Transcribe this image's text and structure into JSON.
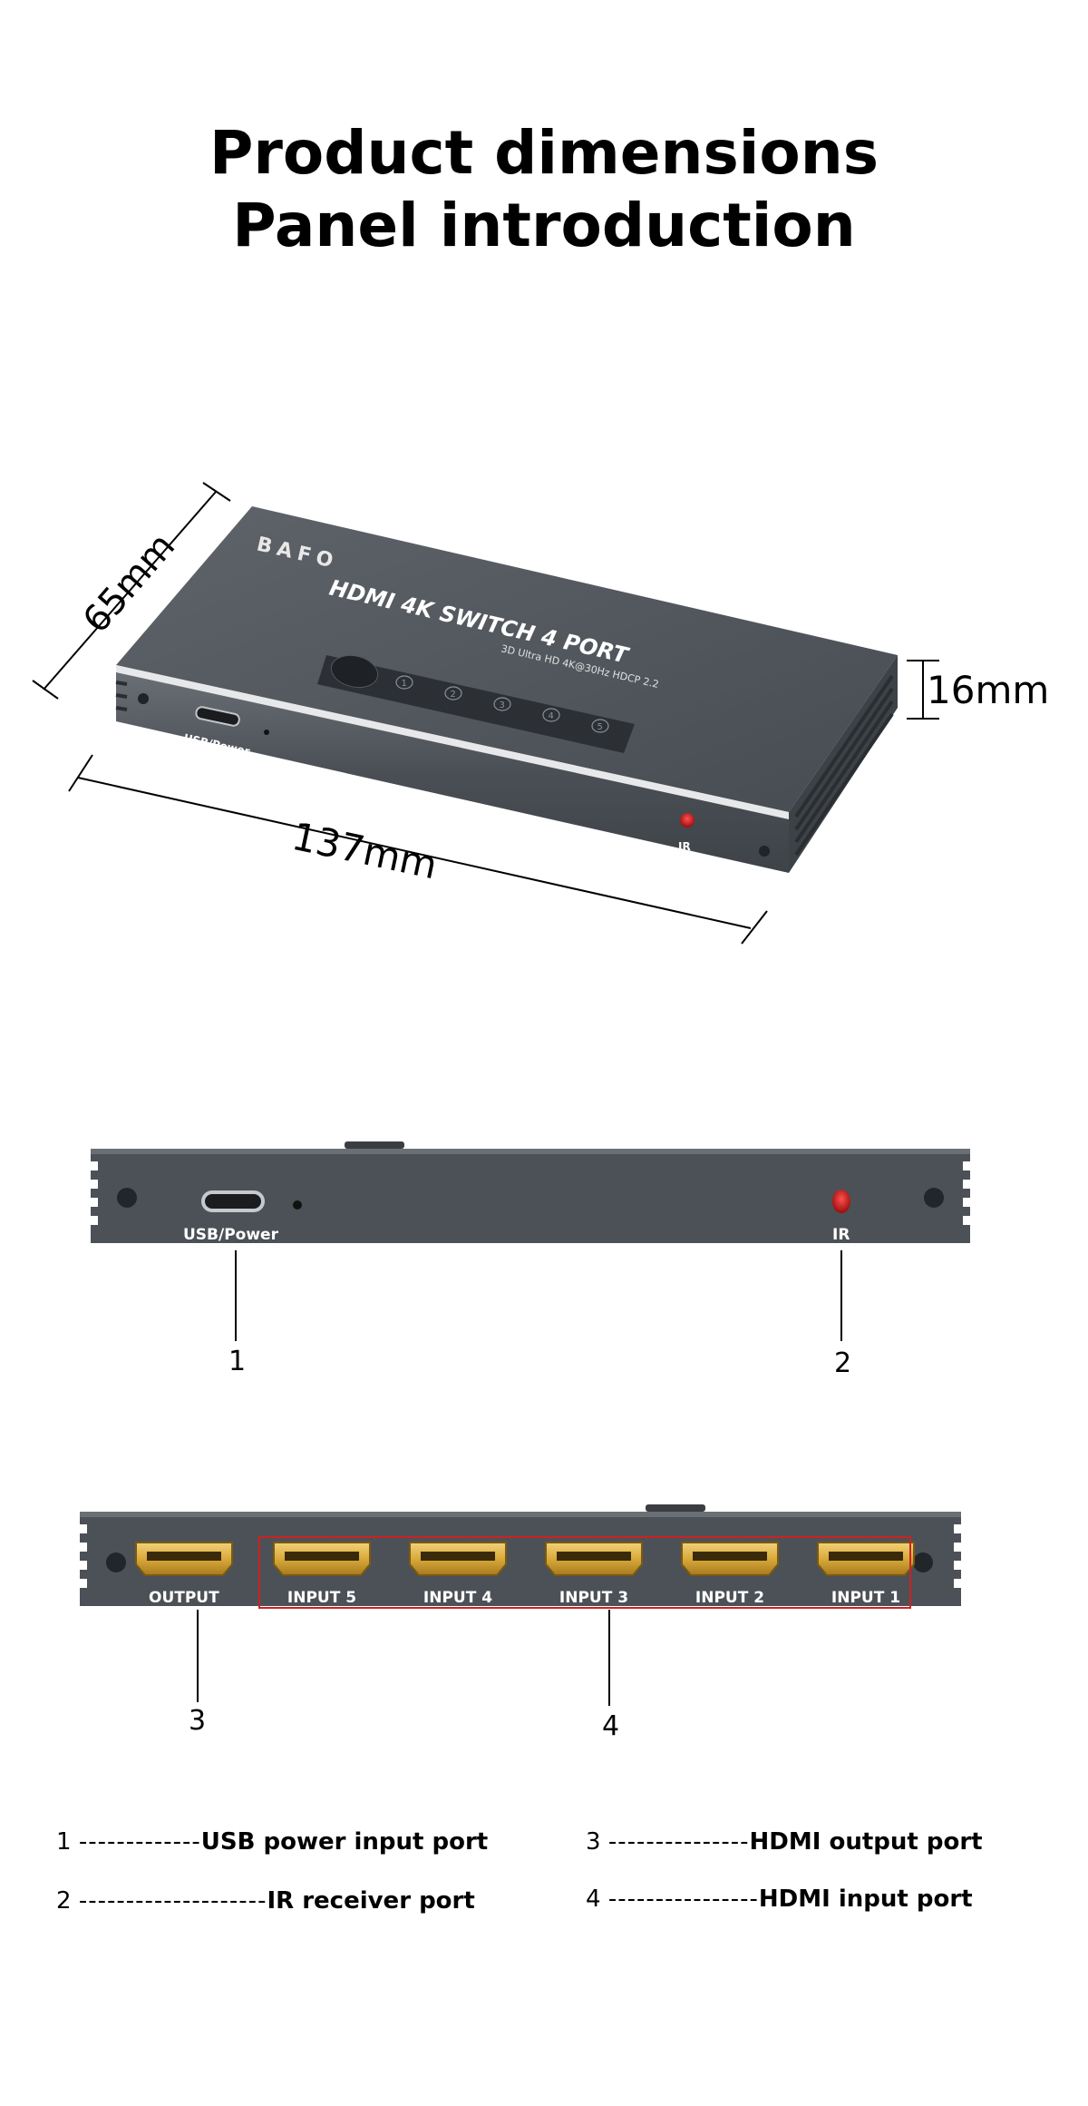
{
  "header": {
    "title_line1": "Product dimensions",
    "title_line2": "Panel introduction"
  },
  "device": {
    "brand": "BAFO",
    "model_line": "HDMI 4K SWITCH 4 PORT",
    "spec_line": "3D Ultra HD 4K@30Hz HDCP 2.2",
    "indicator_numbers": [
      "1",
      "2",
      "3",
      "4",
      "5"
    ]
  },
  "dimensions": {
    "depth": "65mm",
    "height": "16mm",
    "length": "137mm"
  },
  "front_panel": {
    "usb_label": "USB/Power",
    "ir_label": "IR",
    "callout_1": "1",
    "callout_2": "2"
  },
  "rear_panel": {
    "output_label": "OUTPUT",
    "inputs": [
      "INPUT 5",
      "INPUT 4",
      "INPUT 3",
      "INPUT 2",
      "INPUT 1"
    ],
    "callout_3": "3",
    "callout_4": "4"
  },
  "legend": [
    {
      "num": "1",
      "dashes": "-------------",
      "text": "USB power input port"
    },
    {
      "num": "2",
      "dashes": "--------------------",
      "text": "IR receiver port"
    },
    {
      "num": "3",
      "dashes": "---------------",
      "text": "HDMI output port"
    },
    {
      "num": "4",
      "dashes": "----------------",
      "text": "HDMI input port"
    }
  ],
  "colors": {
    "body_dark": "#4a4f55",
    "body_top": "#5a5f65",
    "ir_red": "#d01818",
    "hdmi_gold": "#d9a93a",
    "highlight_box": "#cc2222"
  }
}
